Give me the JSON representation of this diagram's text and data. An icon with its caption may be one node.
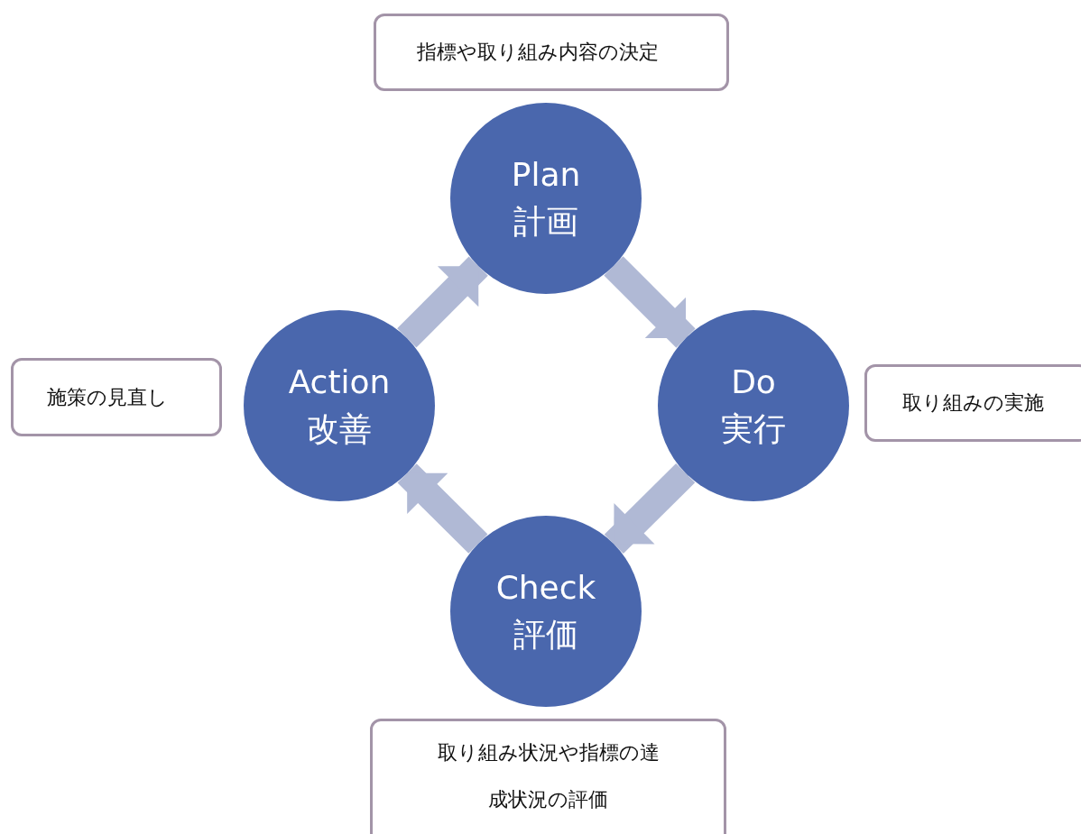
{
  "diagram": {
    "nodes": [
      {
        "text": [
          "指標や取り組み内容の決定"
        ]
      },
      {
        "text": [
          "Plan",
          "計画"
        ]
      },
      {
        "text": [
          "施策の見直し"
        ]
      },
      {
        "text": [
          "Action",
          "改善"
        ]
      },
      {
        "text": [
          "Do",
          "実行"
        ]
      },
      {
        "text": [
          "取り組みの実施"
        ]
      },
      {
        "text": [
          "Check",
          "評価"
        ]
      },
      {
        "text": [
          "取り組み状況や指標の達成状況の評価"
        ]
      }
    ],
    "edges": [
      {
        "from": 1,
        "to": 4,
        "arrow": "to"
      },
      {
        "from": 4,
        "to": 6,
        "arrow": "to"
      },
      {
        "from": 6,
        "to": 3,
        "arrow": "to"
      },
      {
        "from": 3,
        "to": 1,
        "arrow": "to"
      }
    ]
  }
}
